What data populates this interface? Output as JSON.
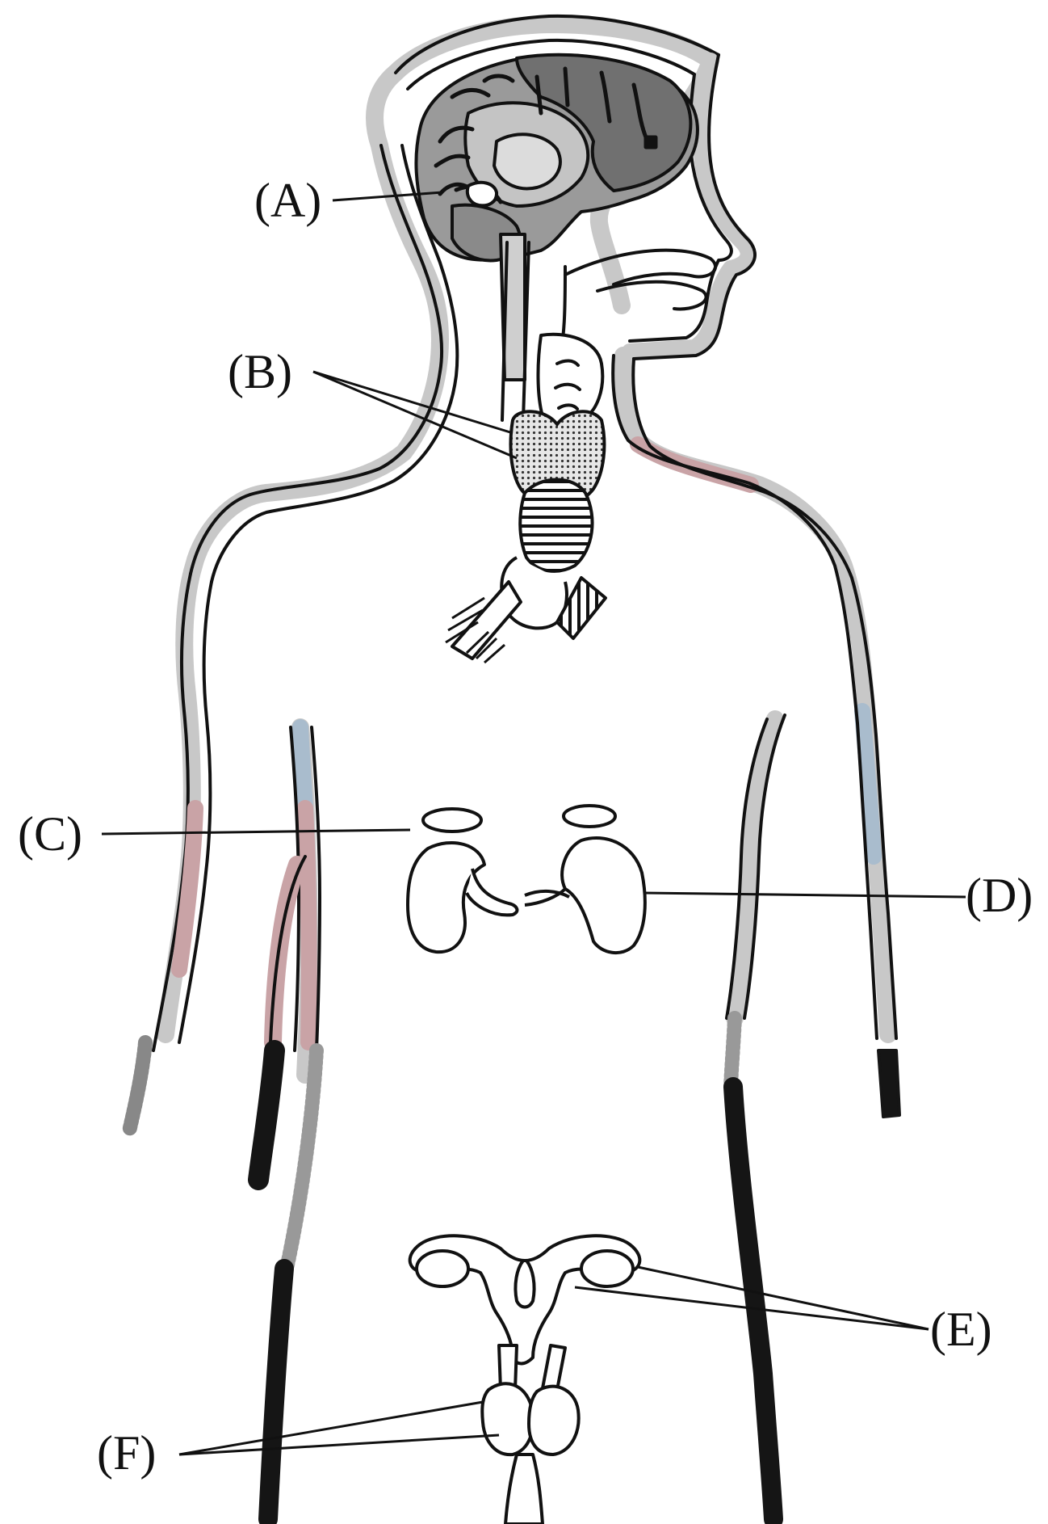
{
  "labels": {
    "a": "(A)",
    "b": "(B)",
    "c": "(C)",
    "d": "(D)",
    "e": "(E)",
    "f": "(F)"
  },
  "colors": {
    "outline": "#111111",
    "body_band": "#c8c8c8",
    "band_pink": "#c9a3a6",
    "band_blue": "#a9bccd",
    "brain_dark": "#707070",
    "brain_mid": "#9a9a9a",
    "brain_light": "#c4c4c4",
    "dark_stripe": "#151515",
    "organ_fill": "#ffffff"
  }
}
